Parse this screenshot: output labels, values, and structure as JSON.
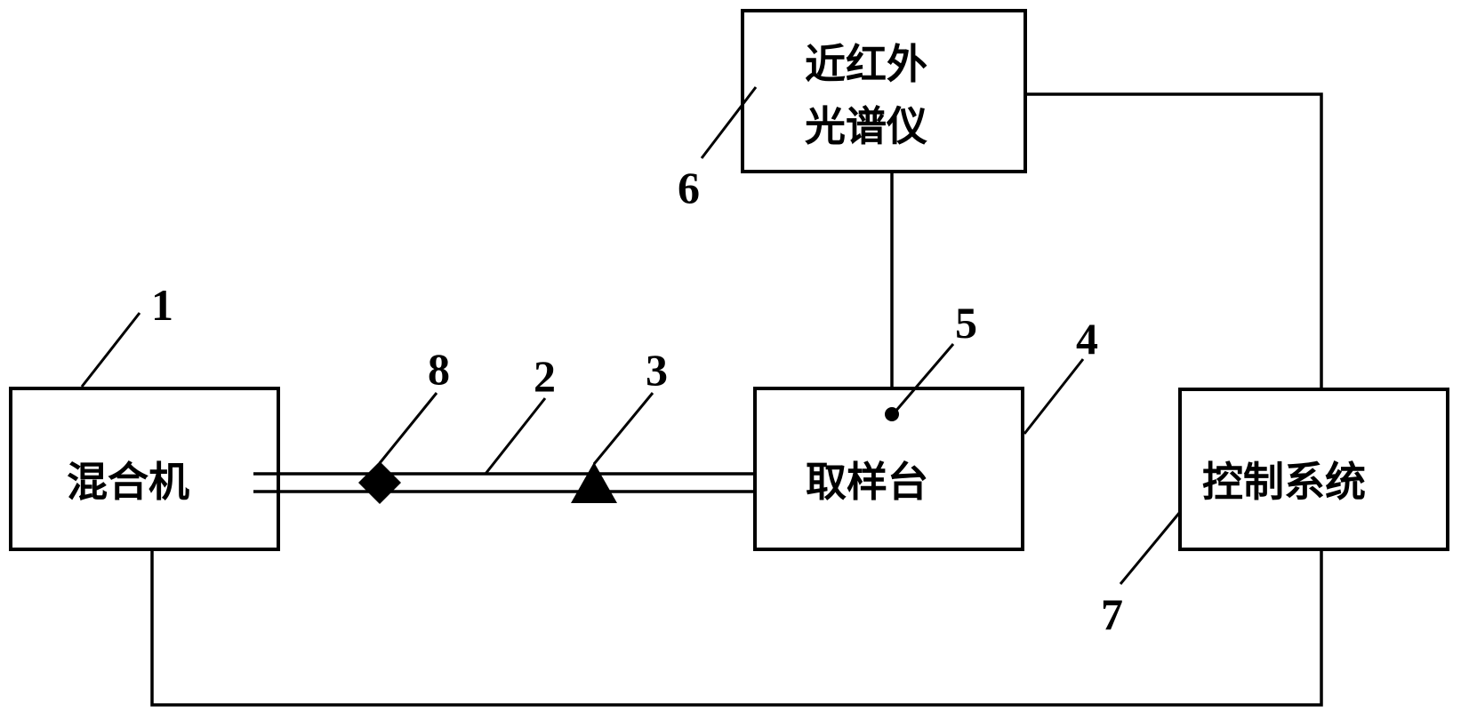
{
  "diagram": {
    "components": {
      "mixer": {
        "label": "混合机",
        "ref": "1"
      },
      "pipeline": {
        "ref": "2"
      },
      "pump": {
        "ref": "3"
      },
      "sampling_table": {
        "label": "取样台",
        "ref": "4"
      },
      "probe": {
        "ref": "5"
      },
      "nir_spectrometer": {
        "label_line1": "近红外",
        "label_line2": "光谱仪",
        "ref": "6"
      },
      "control_system": {
        "label": "控制系统",
        "ref": "7"
      },
      "valve": {
        "ref": "8"
      }
    },
    "colors": {
      "stroke": "#000000",
      "background": "#ffffff"
    }
  }
}
